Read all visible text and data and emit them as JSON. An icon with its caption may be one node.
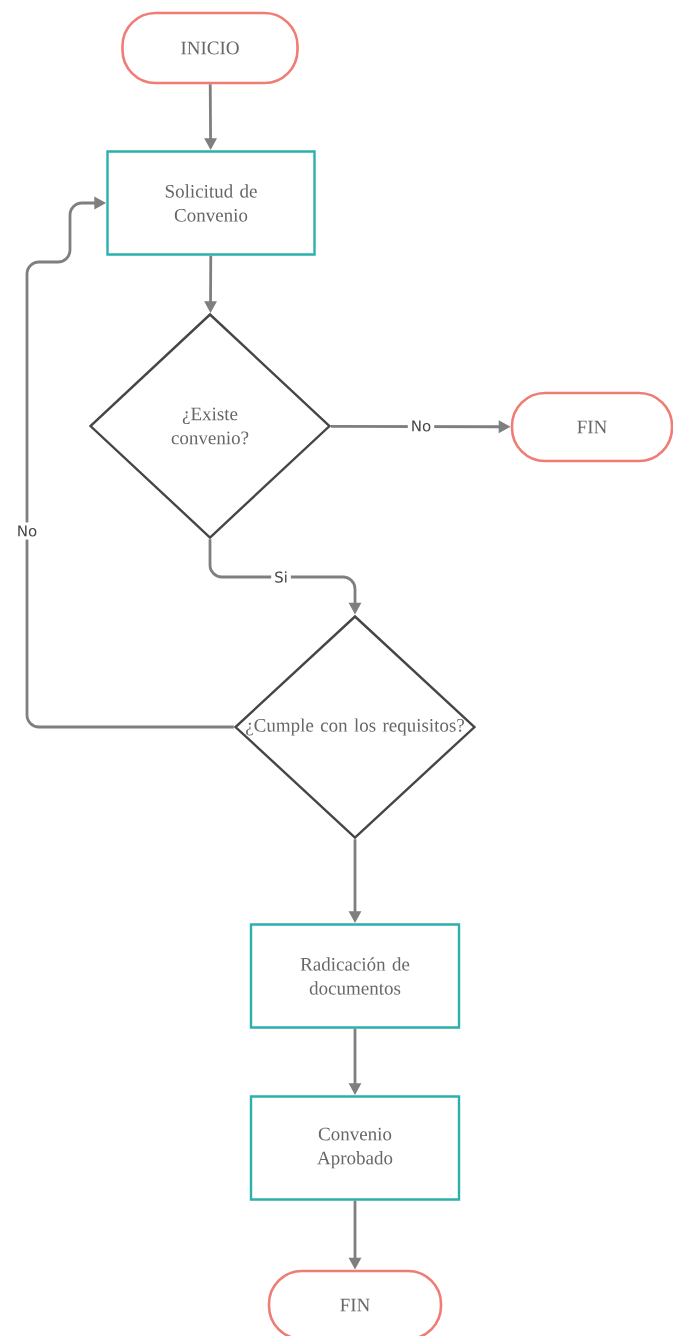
{
  "diagram": {
    "nodes": [
      {
        "text": [
          "INICIO"
        ]
      },
      {
        "text": [
          "Solicitud de Convenio"
        ]
      },
      {
        "text": [
          "¿Existe convenio?"
        ]
      },
      {
        "text": [
          "FIN"
        ]
      },
      {
        "text": [
          "¿Cumple con los requisitos?"
        ]
      },
      {
        "text": [
          "Radicación de documentos"
        ]
      },
      {
        "text": [
          "Convenio Aprobado"
        ]
      },
      {
        "text": [
          "FIN"
        ]
      }
    ],
    "edges": [
      {
        "from": 0,
        "to": 1,
        "arrow": "to"
      },
      {
        "from": 1,
        "to": 2,
        "arrow": "to"
      },
      {
        "from": 2,
        "to": 3,
        "arrow": "to",
        "label": "No"
      },
      {
        "from": 2,
        "to": 4,
        "arrow": "to",
        "label": "Si"
      },
      {
        "from": 4,
        "to": 1,
        "arrow": "to",
        "label": "No"
      },
      {
        "from": 4,
        "to": 5,
        "arrow": "to"
      },
      {
        "from": 5,
        "to": 6,
        "arrow": "to"
      },
      {
        "from": 6,
        "to": 7,
        "arrow": "to"
      }
    ]
  }
}
